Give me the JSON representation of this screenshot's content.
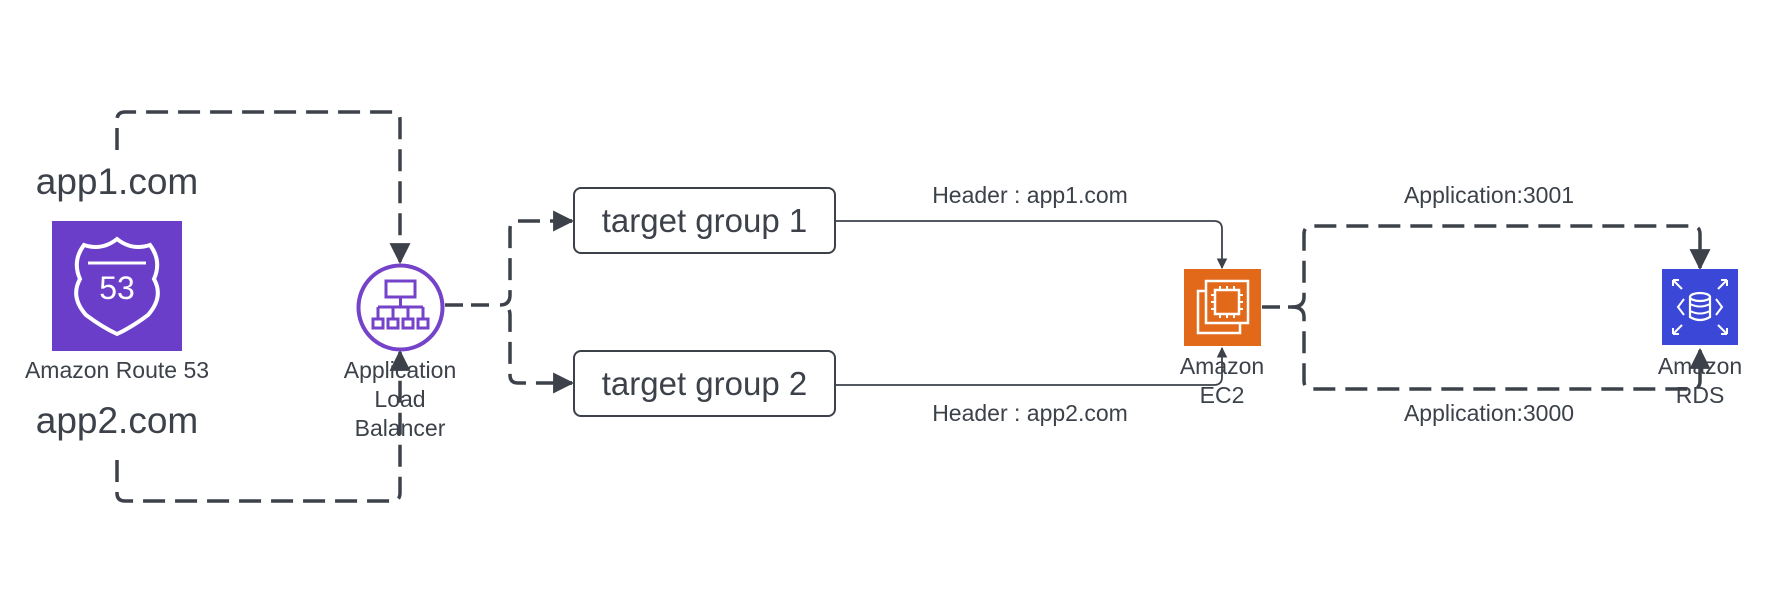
{
  "domains": {
    "app1": "app1.com",
    "app2": "app2.com"
  },
  "nodes": {
    "route53": {
      "label": "Amazon Route 53",
      "badge": "53",
      "color": "#6a3ec8",
      "icon": "route53-shield-icon"
    },
    "alb": {
      "line1": "Application",
      "line2": "Load",
      "line3": "Balancer",
      "color": "#7443c9",
      "icon": "load-balancer-icon"
    },
    "target_group_1": {
      "label": "target group 1"
    },
    "target_group_2": {
      "label": "target group 2"
    },
    "ec2": {
      "line1": "Amazon",
      "line2": "EC2",
      "color": "#e2691a",
      "icon": "ec2-chip-icon"
    },
    "rds": {
      "line1": "Amazon",
      "line2": "RDS",
      "color": "#3b48d7",
      "icon": "rds-database-icon"
    }
  },
  "edges": {
    "header_app1": "Header : app1.com",
    "header_app2": "Header : app2.com",
    "app_3001": "Application:3001",
    "app_3000": "Application:3000"
  },
  "colors": {
    "line": "#3c414a",
    "text": "#3c414a"
  }
}
